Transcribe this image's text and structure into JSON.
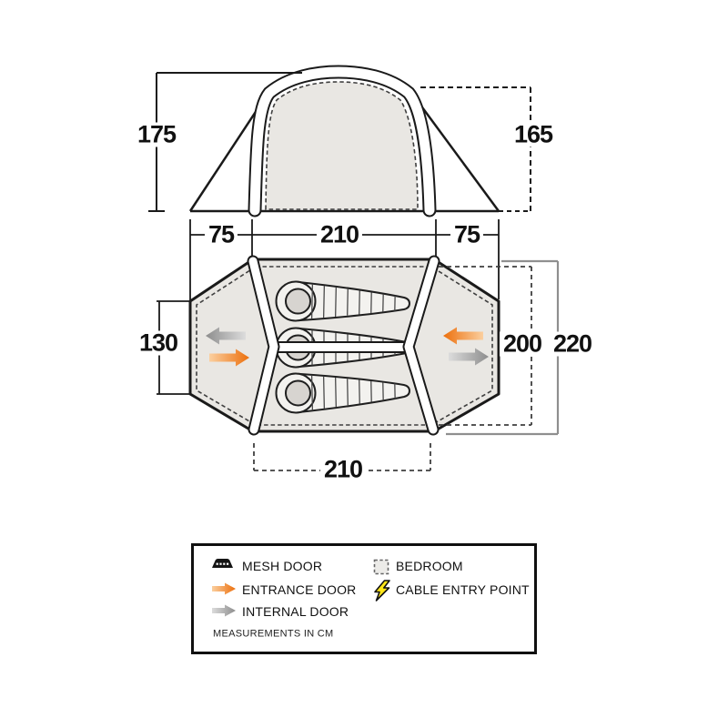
{
  "front_view": {
    "height_left_cm": "175",
    "height_right_cm": "165",
    "width_left_cm": "75",
    "width_center_cm": "210",
    "width_right_cm": "75"
  },
  "floor_plan": {
    "porch_depth_cm": "130",
    "inner_depth_cm": "200",
    "outer_depth_cm": "220",
    "bedroom_width_cm": "210",
    "sleeping_bag_count": 3
  },
  "legend": {
    "mesh_door_label": "MESH DOOR",
    "entrance_door_label": "ENTRANCE DOOR",
    "internal_door_label": "INTERNAL DOOR",
    "bedroom_label": "BEDROOM",
    "cable_entry_label": "CABLE ENTRY POINT",
    "note": "MEASUREMENTS IN CM"
  },
  "colors": {
    "entrance_orange": "#ec6f0c",
    "internal_gray": "#8d8d8d",
    "cable_yellow": "#ffe619",
    "tent_fill": "#e9e7e3",
    "outline": "#1a1a1a"
  }
}
